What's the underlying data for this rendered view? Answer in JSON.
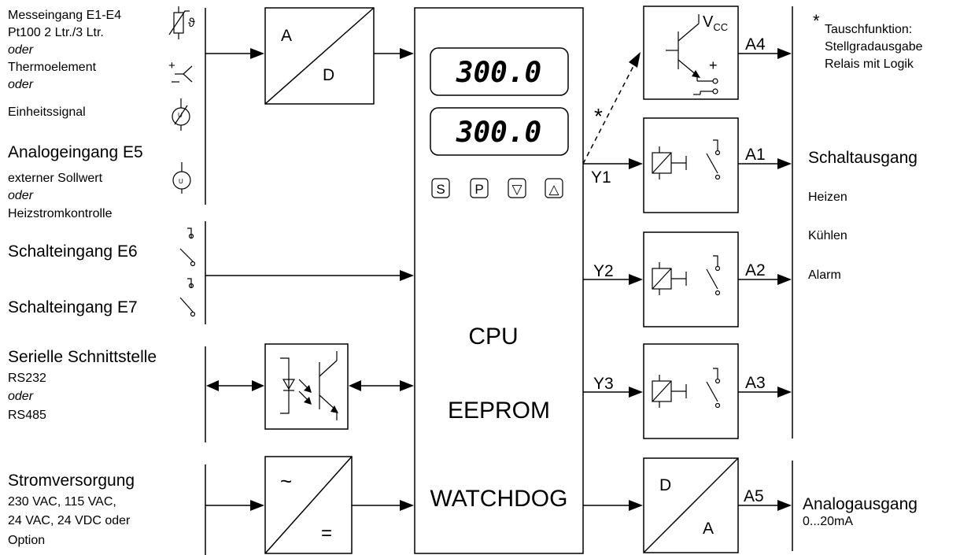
{
  "inputs": {
    "meas": {
      "title": "Messeingang E1-E4",
      "line2": "Pt100 2 Ltr./3 Ltr.",
      "oder1": "oder",
      "line3": "Thermoelement",
      "oder2": "oder",
      "line4": "Einheitssignal"
    },
    "analog": {
      "title": "Analogeingang E5",
      "line2": "externer Sollwert",
      "oder": "oder",
      "line3": "Heizstromkontrolle"
    },
    "switch_e6": "Schalteingang E6",
    "switch_e7": "Schalteingang E7",
    "serial": {
      "title": "Serielle Schnittstelle",
      "line2": "RS232",
      "oder": "oder",
      "line3": "RS485"
    },
    "power": {
      "title": "Stromversorgung",
      "line2": "230 VAC, 115 VAC,",
      "line3": "24 VAC, 24 VDC oder",
      "line4": "Option"
    }
  },
  "symbols": {
    "theta": "ϑ",
    "plus": "+",
    "u": "U"
  },
  "adc": {
    "top": "A",
    "bottom": "D"
  },
  "dac": {
    "top": "D",
    "bottom": "A"
  },
  "psu": {
    "top": "~",
    "bottom": "="
  },
  "cpu": {
    "display1": "300.0",
    "display2": "300.0",
    "buttons": [
      "S",
      "P",
      "▽",
      "△"
    ],
    "label_cpu": "CPU",
    "label_eeprom": "EEPROM",
    "label_watchdog": "WATCHDOG"
  },
  "signals": {
    "y1": "Y1",
    "y2": "Y2",
    "y3": "Y3",
    "a1": "A1",
    "a2": "A2",
    "a3": "A3",
    "a4": "A4",
    "a5": "A5",
    "star": "*"
  },
  "transistor": {
    "vcc_v": "V",
    "vcc_sub": "CC",
    "plus": "+"
  },
  "outputs": {
    "star_note": "*",
    "note_line1": "Tauschfunktion:",
    "note_line2": "Stellgradausgabe",
    "note_line3": "Relais mit Logik",
    "switch_out_title": "Schaltausgang",
    "heizen": "Heizen",
    "kuehlen": "Kühlen",
    "alarm": "Alarm",
    "analog_out_title": "Analogausgang",
    "analog_out_range": "0...20mA"
  }
}
